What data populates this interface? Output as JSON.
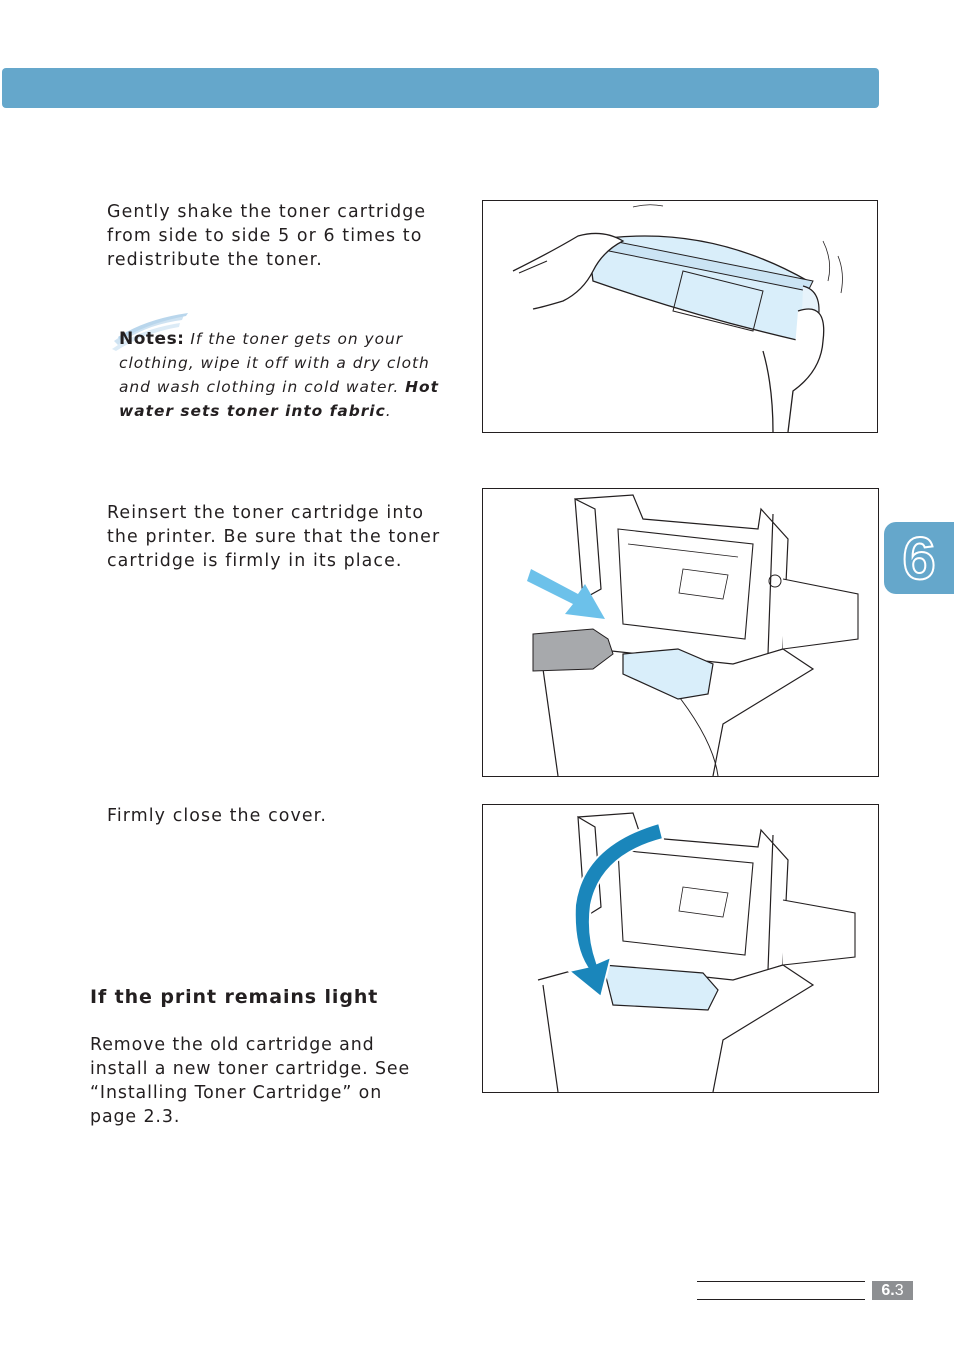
{
  "steps": [
    {
      "text": "Gently shake the toner cartridge from side to side 5 or 6 times to redistribute the toner."
    },
    {
      "text": "Reinsert the toner cartridge into the printer. Be sure that the toner cartridge is firmly in its place."
    },
    {
      "text": "Firmly close the cover."
    }
  ],
  "note": {
    "label": "Notes:",
    "text": "If the toner gets on your clothing, wipe it off with a dry cloth and wash clothing in cold water.",
    "emphasis": "Hot water sets toner into fabric",
    "end": "."
  },
  "section": {
    "heading": "If the print remains light",
    "body": "Remove the old cartridge and install a new toner cartridge. See “Installing Toner Cartridge” on page 2.3."
  },
  "chapter": {
    "number": "6"
  },
  "footer": {
    "page_major": "6.",
    "page_minor": "3"
  },
  "colors": {
    "accent": "#65a7cb",
    "arrow": "#1a86bb",
    "toner": "#d9eefa",
    "page_badge": "#8d8f92"
  }
}
